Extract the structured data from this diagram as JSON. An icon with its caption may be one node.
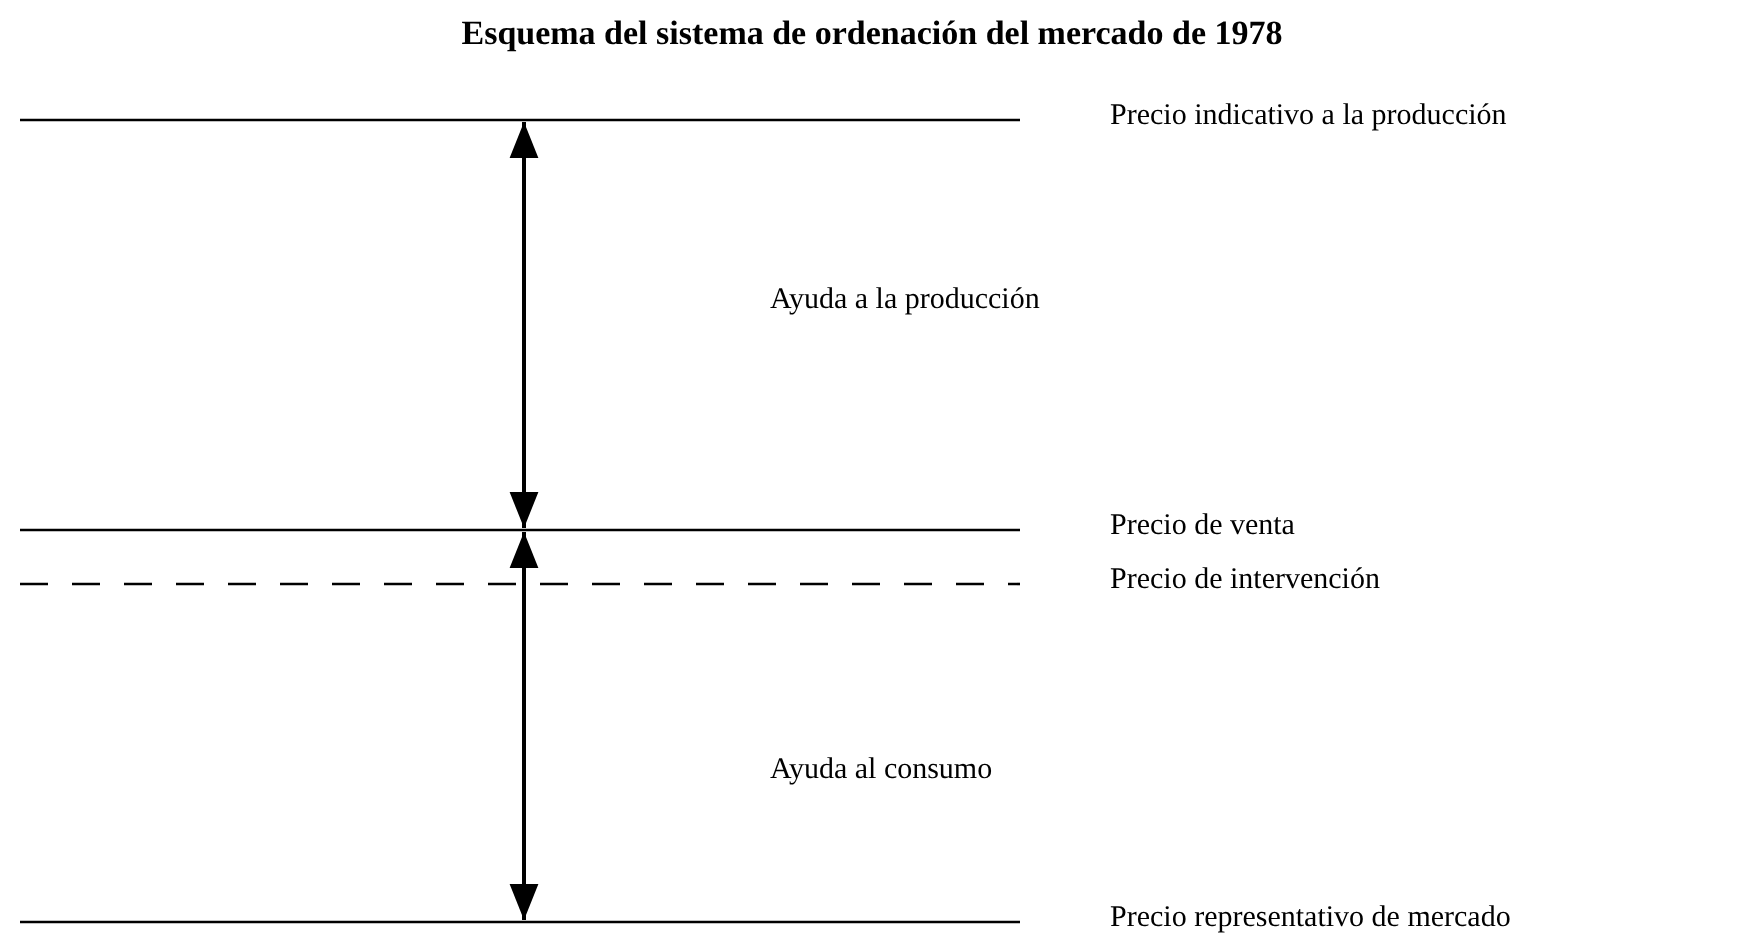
{
  "diagram": {
    "title": "Esquema del sistema de ordenación del mercado de 1978",
    "labels": [
      "Precio indicativo a la producción",
      "Ayuda a la producción",
      "Precio de venta",
      "Precio de intervención",
      "Ayuda al consumo",
      "Precio representativo de mercado"
    ]
  }
}
